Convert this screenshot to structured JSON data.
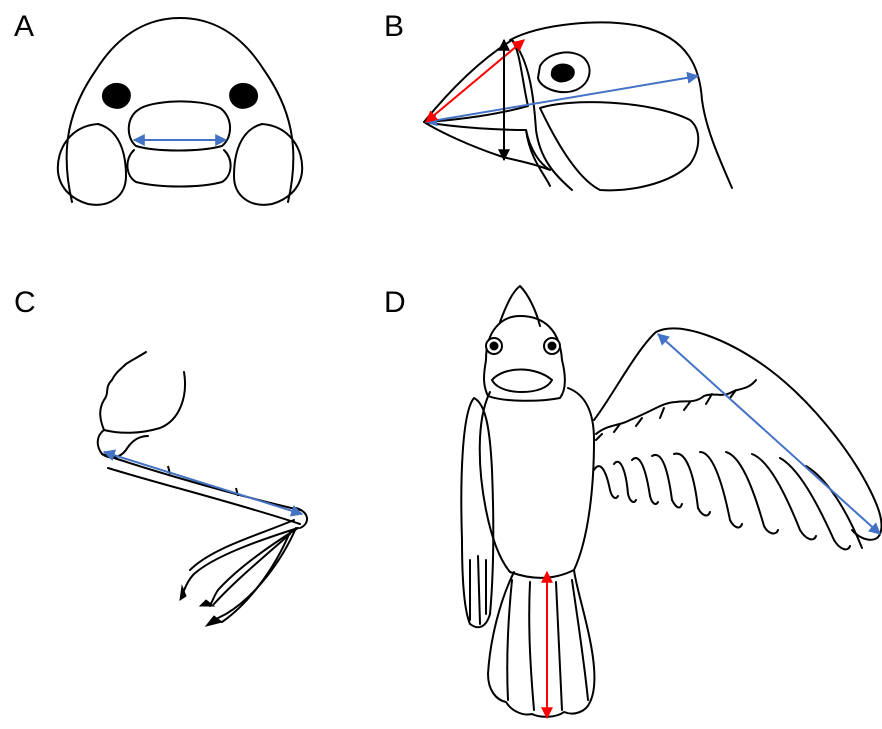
{
  "panels": [
    {
      "id": "A",
      "label": "A"
    },
    {
      "id": "B",
      "label": "B"
    },
    {
      "id": "C",
      "label": "C"
    },
    {
      "id": "D",
      "label": "D"
    }
  ],
  "colors": {
    "outline": "#000000",
    "blue_arrow": "#4472c4",
    "red_arrow": "#ff0000",
    "black_arrow": "#000000"
  }
}
